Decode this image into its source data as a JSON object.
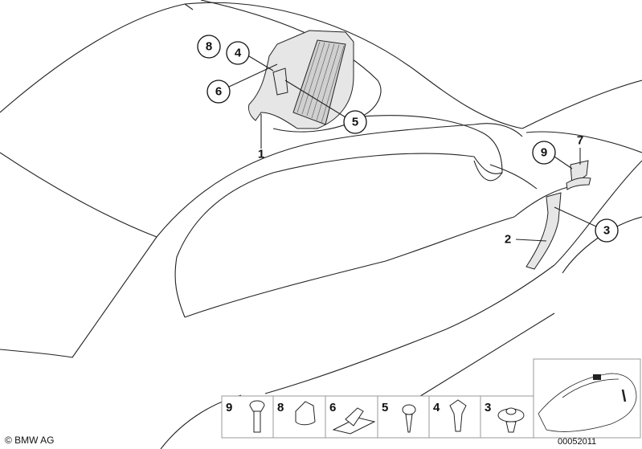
{
  "callouts": [
    {
      "label": "8",
      "circled": true
    },
    {
      "label": "4",
      "circled": true
    },
    {
      "label": "6",
      "circled": true
    },
    {
      "label": "5",
      "circled": true
    },
    {
      "label": "1",
      "circled": false
    },
    {
      "label": "9",
      "circled": true
    },
    {
      "label": "7",
      "circled": false
    },
    {
      "label": "3",
      "circled": true
    },
    {
      "label": "2",
      "circled": false
    }
  ],
  "parts_strip": [
    {
      "label": "9",
      "icon": "bolt-icon"
    },
    {
      "label": "8",
      "icon": "clip-cap-icon"
    },
    {
      "label": "6",
      "icon": "clip-plate-icon"
    },
    {
      "label": "5",
      "icon": "screw-icon"
    },
    {
      "label": "4",
      "icon": "nut-clip-icon"
    },
    {
      "label": "3",
      "icon": "expanding-rivet-icon"
    }
  ],
  "diagram_number": "00052011",
  "copyright": "© BMW AG"
}
